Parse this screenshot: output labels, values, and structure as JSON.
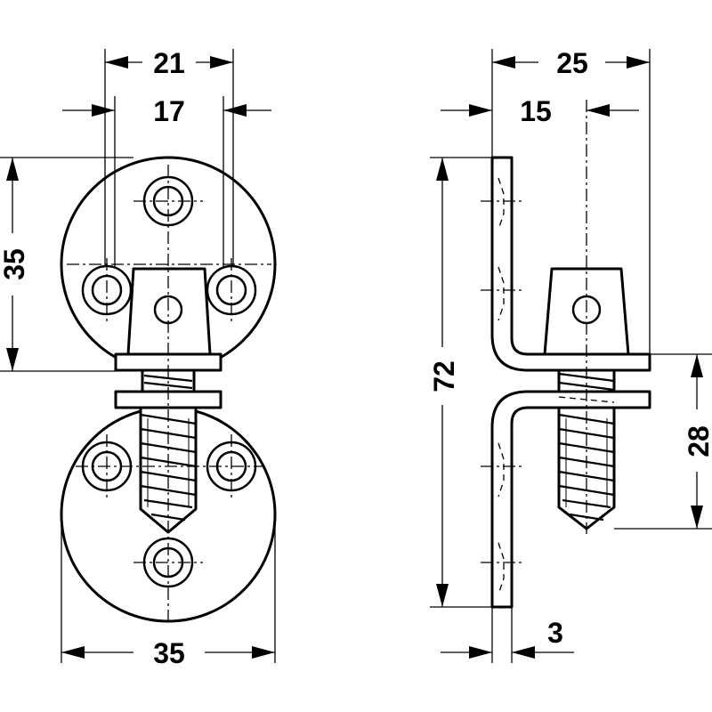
{
  "dimensions": {
    "front_top_outer_width": "21",
    "front_top_hole_spacing": "17",
    "front_height": "35",
    "front_bottom_width": "35",
    "side_top_width": "25",
    "side_offset": "15",
    "side_total_height": "72",
    "side_screw_length": "28",
    "side_plate_thickness": "3"
  },
  "colors": {
    "line": "#000000",
    "background": "#ffffff"
  }
}
